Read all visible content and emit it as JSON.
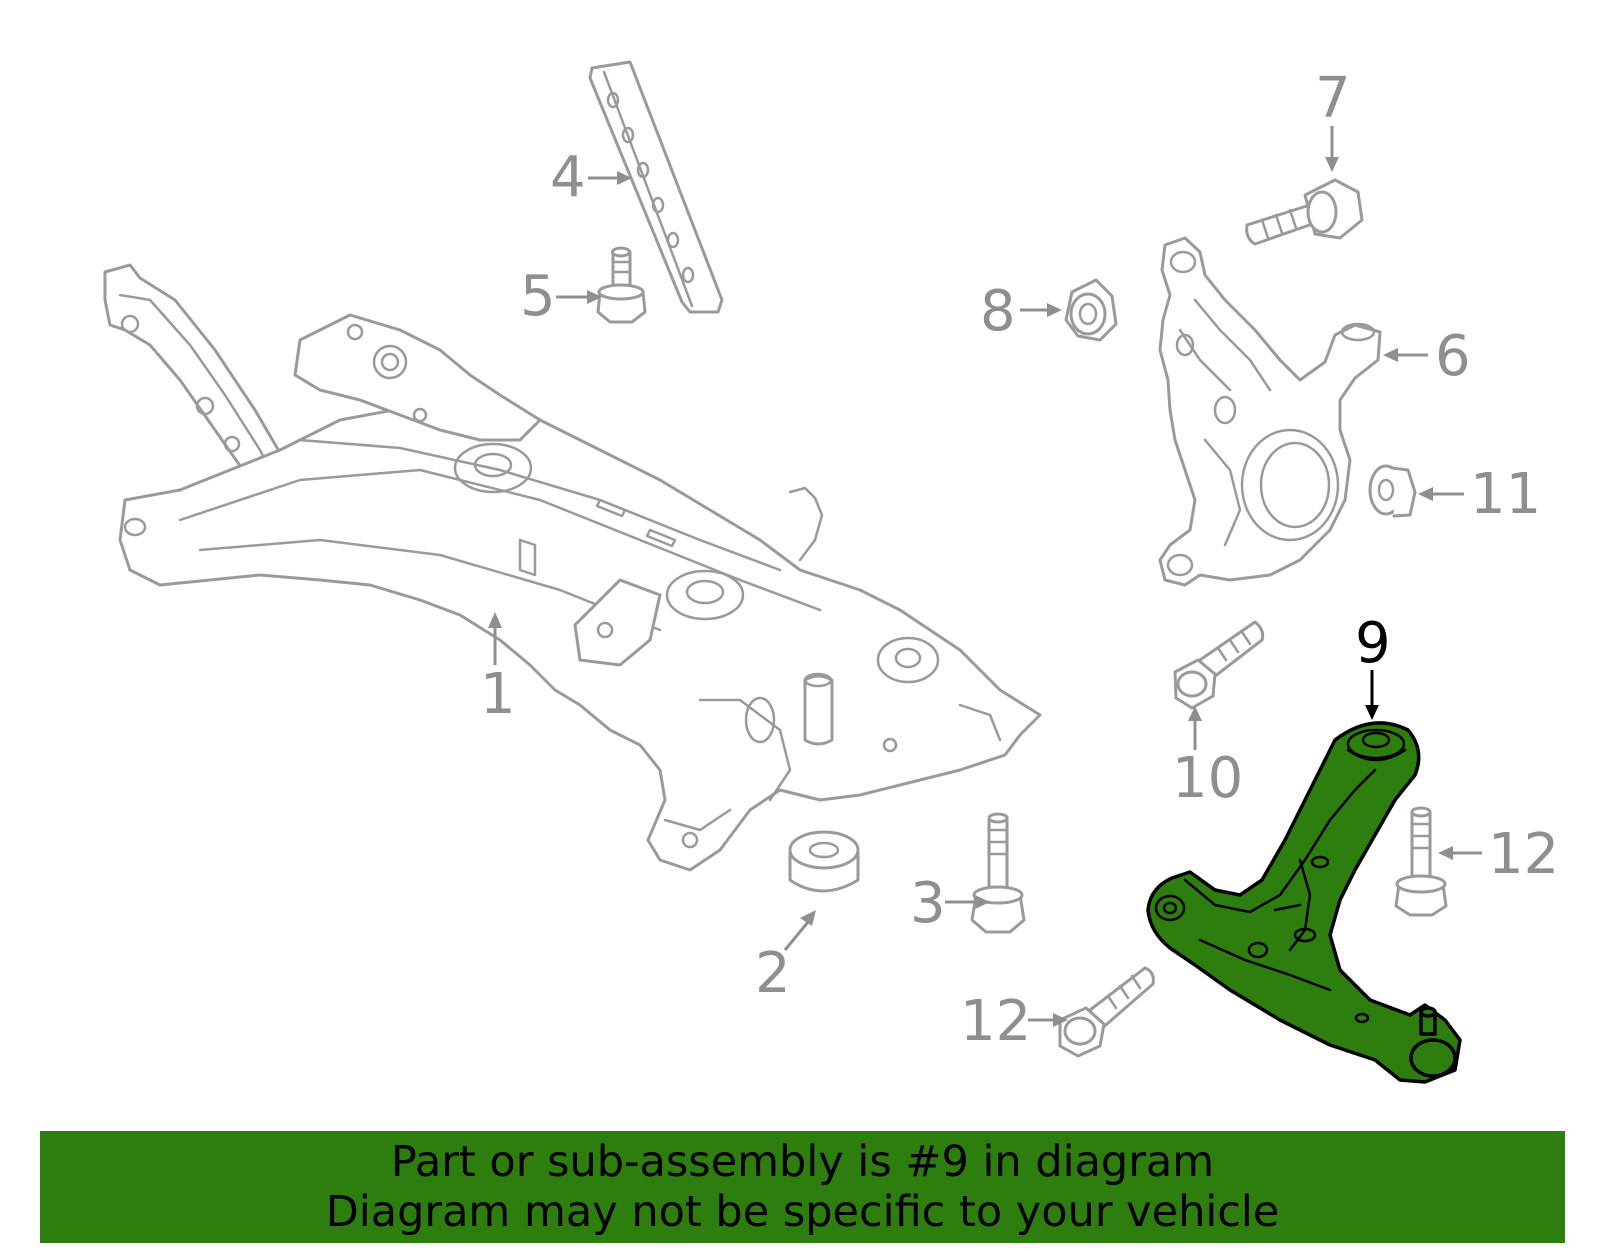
{
  "diagram": {
    "highlight_color": "#2e7d0f",
    "line_color": "#9a9a9a",
    "highlighted_part": "9",
    "callouts": {
      "c1": "1",
      "c2": "2",
      "c3": "3",
      "c4": "4",
      "c5": "5",
      "c6": "6",
      "c7": "7",
      "c8": "8",
      "c9": "9",
      "c10": "10",
      "c11": "11",
      "c12a": "12",
      "c12b": "12"
    }
  },
  "banner": {
    "line1": "Part or sub-assembly is #9 in diagram",
    "line2": "Diagram may not be specific to your vehicle"
  }
}
